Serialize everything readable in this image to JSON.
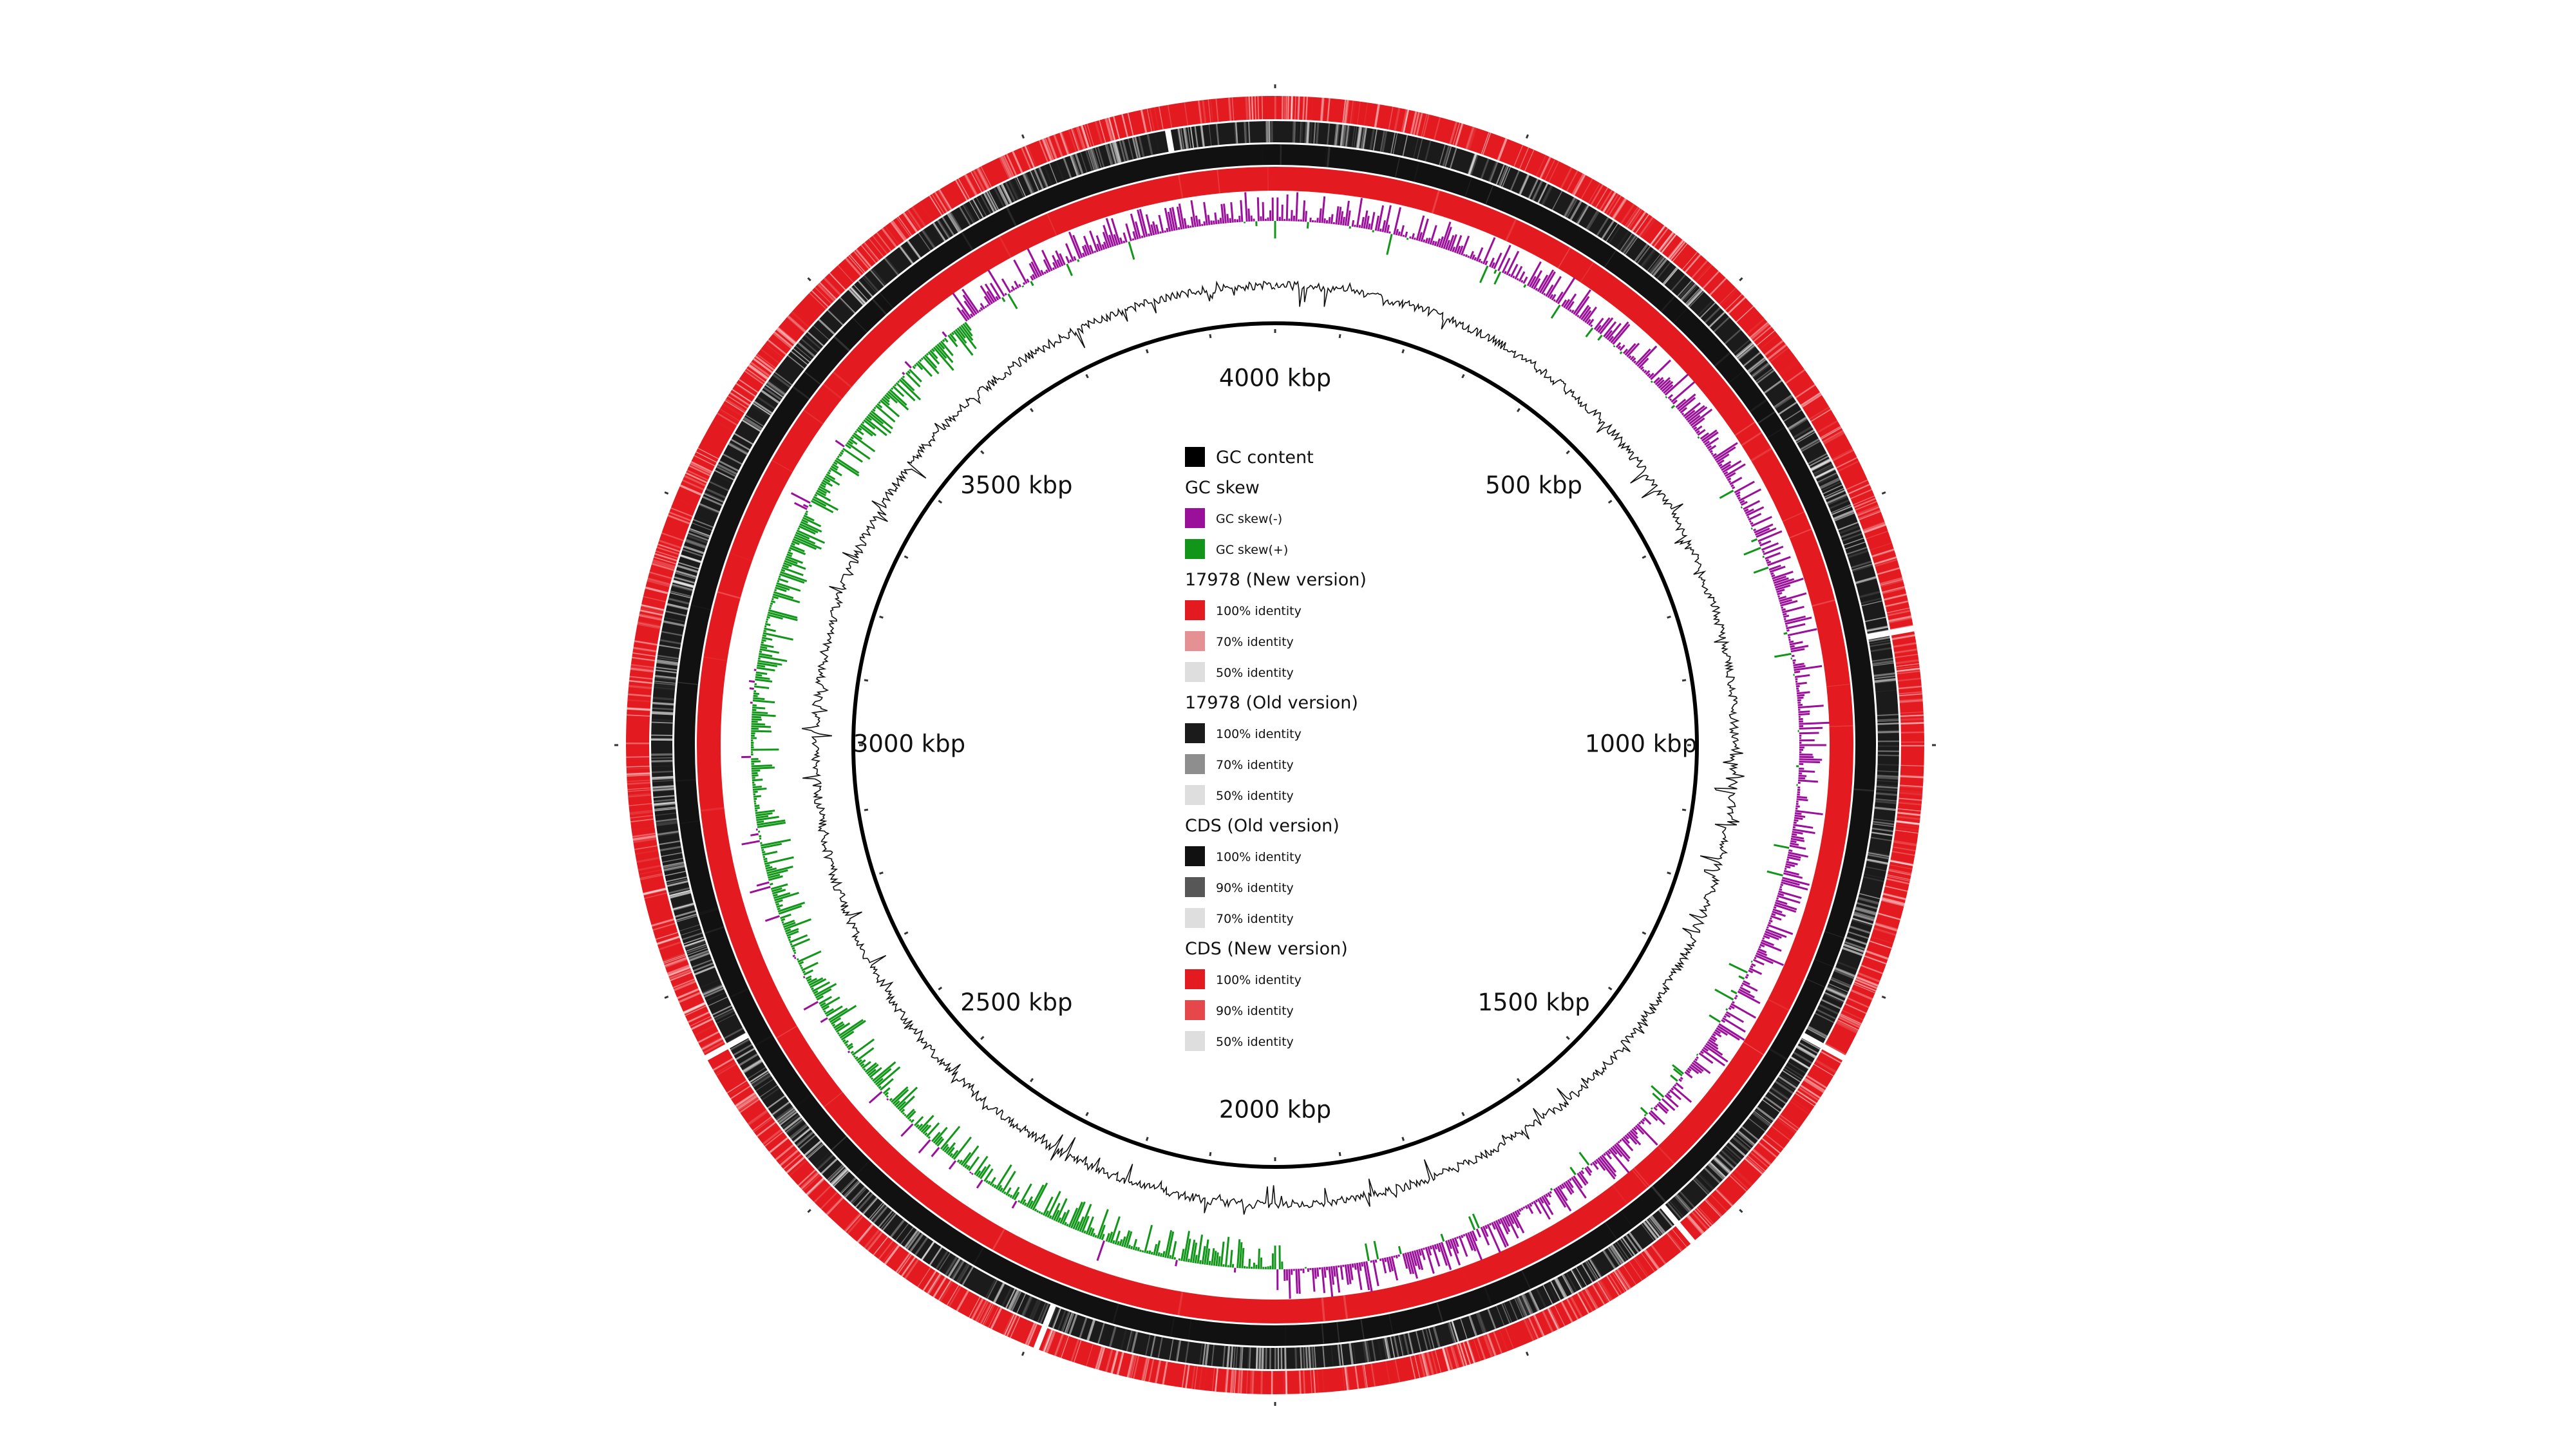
{
  "chart_data": {
    "type": "circular-genome-map",
    "genome_length_kbp": 4000,
    "tick_labels": [
      {
        "kbp": 0,
        "label": "4000 kbp"
      },
      {
        "kbp": 500,
        "label": "500 kbp"
      },
      {
        "kbp": 1000,
        "label": "1000 kbp"
      },
      {
        "kbp": 1500,
        "label": "1500 kbp"
      },
      {
        "kbp": 2000,
        "label": "2000 kbp"
      },
      {
        "kbp": 2500,
        "label": "2500 kbp"
      },
      {
        "kbp": 3000,
        "label": "3000 kbp"
      },
      {
        "kbp": 3500,
        "label": "3500 kbp"
      }
    ],
    "rings_inner_to_outer": [
      "GC content",
      "GC skew",
      "CDS (New version)",
      "CDS (Old version)",
      "17978 (Old version)",
      "17978 (New version)"
    ],
    "gc_skew_regions_kbp": [
      {
        "from": 3600,
        "to": 4000,
        "sign": "-"
      },
      {
        "from": 0,
        "to": 1990,
        "sign": "-"
      },
      {
        "from": 1990,
        "to": 3600,
        "sign": "+"
      }
    ],
    "gaps_kbp": [
      {
        "ring": "17978 (New version)",
        "at": [
          885,
          1320,
          1555,
          2240,
          2680
        ]
      },
      {
        "ring": "17978 (Old version)",
        "at": [
          885,
          1320,
          1555,
          2240,
          2680,
          3890
        ]
      }
    ],
    "legend": [
      {
        "items": [
          {
            "label": "GC content",
            "color": "#000000"
          }
        ],
        "header": null
      },
      {
        "header": "GC skew",
        "items": [
          {
            "label": "GC skew(-)",
            "color": "#9a109a"
          },
          {
            "label": "GC skew(+)",
            "color": "#11961a"
          }
        ]
      },
      {
        "header": "17978 (New version)",
        "items": [
          {
            "label": "100% identity",
            "color": "#e31a1f"
          },
          {
            "label": "70% identity",
            "color": "#e59193"
          },
          {
            "label": "50% identity",
            "color": "#dedede"
          }
        ]
      },
      {
        "header": "17978 (Old version)",
        "items": [
          {
            "label": "100% identity",
            "color": "#1b1b1b"
          },
          {
            "label": "70% identity",
            "color": "#8e8e8e"
          },
          {
            "label": "50% identity",
            "color": "#dedede"
          }
        ]
      },
      {
        "header": "CDS (Old version)",
        "items": [
          {
            "label": "100% identity",
            "color": "#111111"
          },
          {
            "label": "90% identity",
            "color": "#575757"
          },
          {
            "label": "70% identity",
            "color": "#dedede"
          }
        ]
      },
      {
        "header": "CDS (New version)",
        "items": [
          {
            "label": "100% identity",
            "color": "#e31a1f"
          },
          {
            "label": "90% identity",
            "color": "#e6474b"
          },
          {
            "label": "50% identity",
            "color": "#dedede"
          }
        ]
      }
    ]
  }
}
